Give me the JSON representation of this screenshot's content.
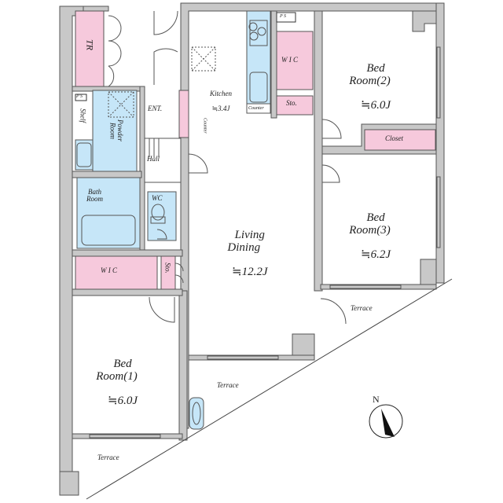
{
  "floor_plan": {
    "colors": {
      "wall": "#c8c8c8",
      "wall_outline": "#555555",
      "storage_pink": "#f6c9dc",
      "wet_blue": "#c6e6f8",
      "line": "#333333"
    },
    "rooms": {
      "tr": {
        "label": "TR"
      },
      "ps_left": {
        "label": "P S"
      },
      "shelf": {
        "label": "Shelf"
      },
      "powder_room": {
        "label": "Powder\nRoom"
      },
      "bath_room": {
        "label": "Bath\nRoom"
      },
      "wc": {
        "label": "WC"
      },
      "wic_left": {
        "label": "W I C"
      },
      "sto_left": {
        "label": "Sto."
      },
      "entrance": {
        "label": "ENT."
      },
      "hall": {
        "label": "Hall"
      },
      "counter_vertical": {
        "label": "Counter"
      },
      "kitchen": {
        "label": "Kitchen",
        "area": "≒3.4J"
      },
      "counter": {
        "label": "Counter"
      },
      "ps_right": {
        "label": "P S"
      },
      "wic_right": {
        "label": "W I C"
      },
      "sto_right": {
        "label": "Sto."
      },
      "bedroom2": {
        "label": "Bed\nRoom(2)",
        "area": "≒6.0J"
      },
      "closet": {
        "label": "Closet"
      },
      "bedroom3": {
        "label": "Bed\nRoom(3)",
        "area": "≒6.2J"
      },
      "living_dining": {
        "label": "Living\nDining",
        "area": "≒12.2J"
      },
      "bedroom1": {
        "label": "Bed\nRoom(1)",
        "area": "≒6.0J"
      },
      "terrace_right": {
        "label": "Terrace"
      },
      "terrace_middle": {
        "label": "Terrace"
      },
      "terrace_bottom": {
        "label": "Terrace"
      }
    },
    "compass": {
      "label": "N"
    }
  }
}
